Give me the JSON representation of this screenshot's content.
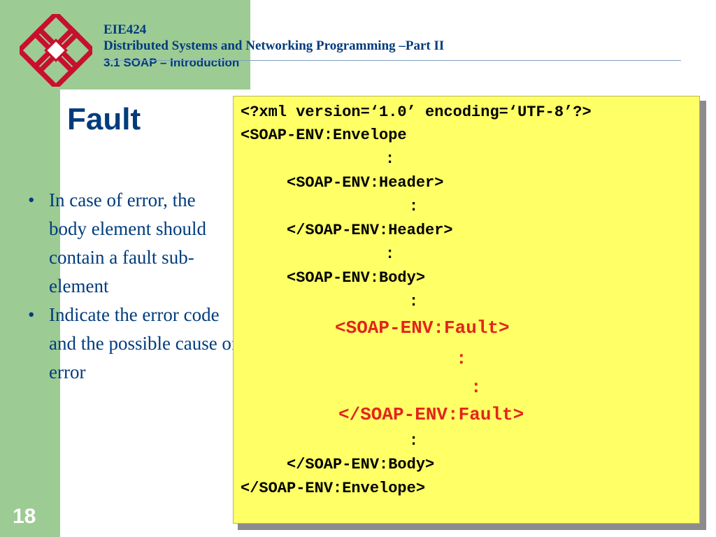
{
  "header": {
    "course_code": "EIE424",
    "course_title": "Distributed Systems and Networking Programming –Part II",
    "section": "3.1 SOAP – Introduction"
  },
  "slide": {
    "title": "Fault",
    "bullets": [
      "In case of error, the body element should contain a fault sub-element",
      "Indicate the error code and the possible cause of error"
    ],
    "page_number": "18"
  },
  "code": {
    "lines": [
      "<?xml version=‘1.0’ encoding=‘UTF-8’?>",
      "<SOAP-ENV:Envelope",
      ":",
      "<SOAP-ENV:Header>",
      ":",
      "</SOAP-ENV:Header>",
      ":",
      "<SOAP-ENV:Body>",
      ":",
      "<SOAP-ENV:Fault>",
      ":",
      ":",
      "</SOAP-ENV:Fault>",
      ":",
      "</SOAP-ENV:Body>",
      "</SOAP-ENV:Envelope>"
    ]
  },
  "colors": {
    "accent_green": "#9dcb94",
    "title_blue": "#003c7d",
    "code_background": "#ffff66",
    "fault_red": "#e1261c"
  }
}
